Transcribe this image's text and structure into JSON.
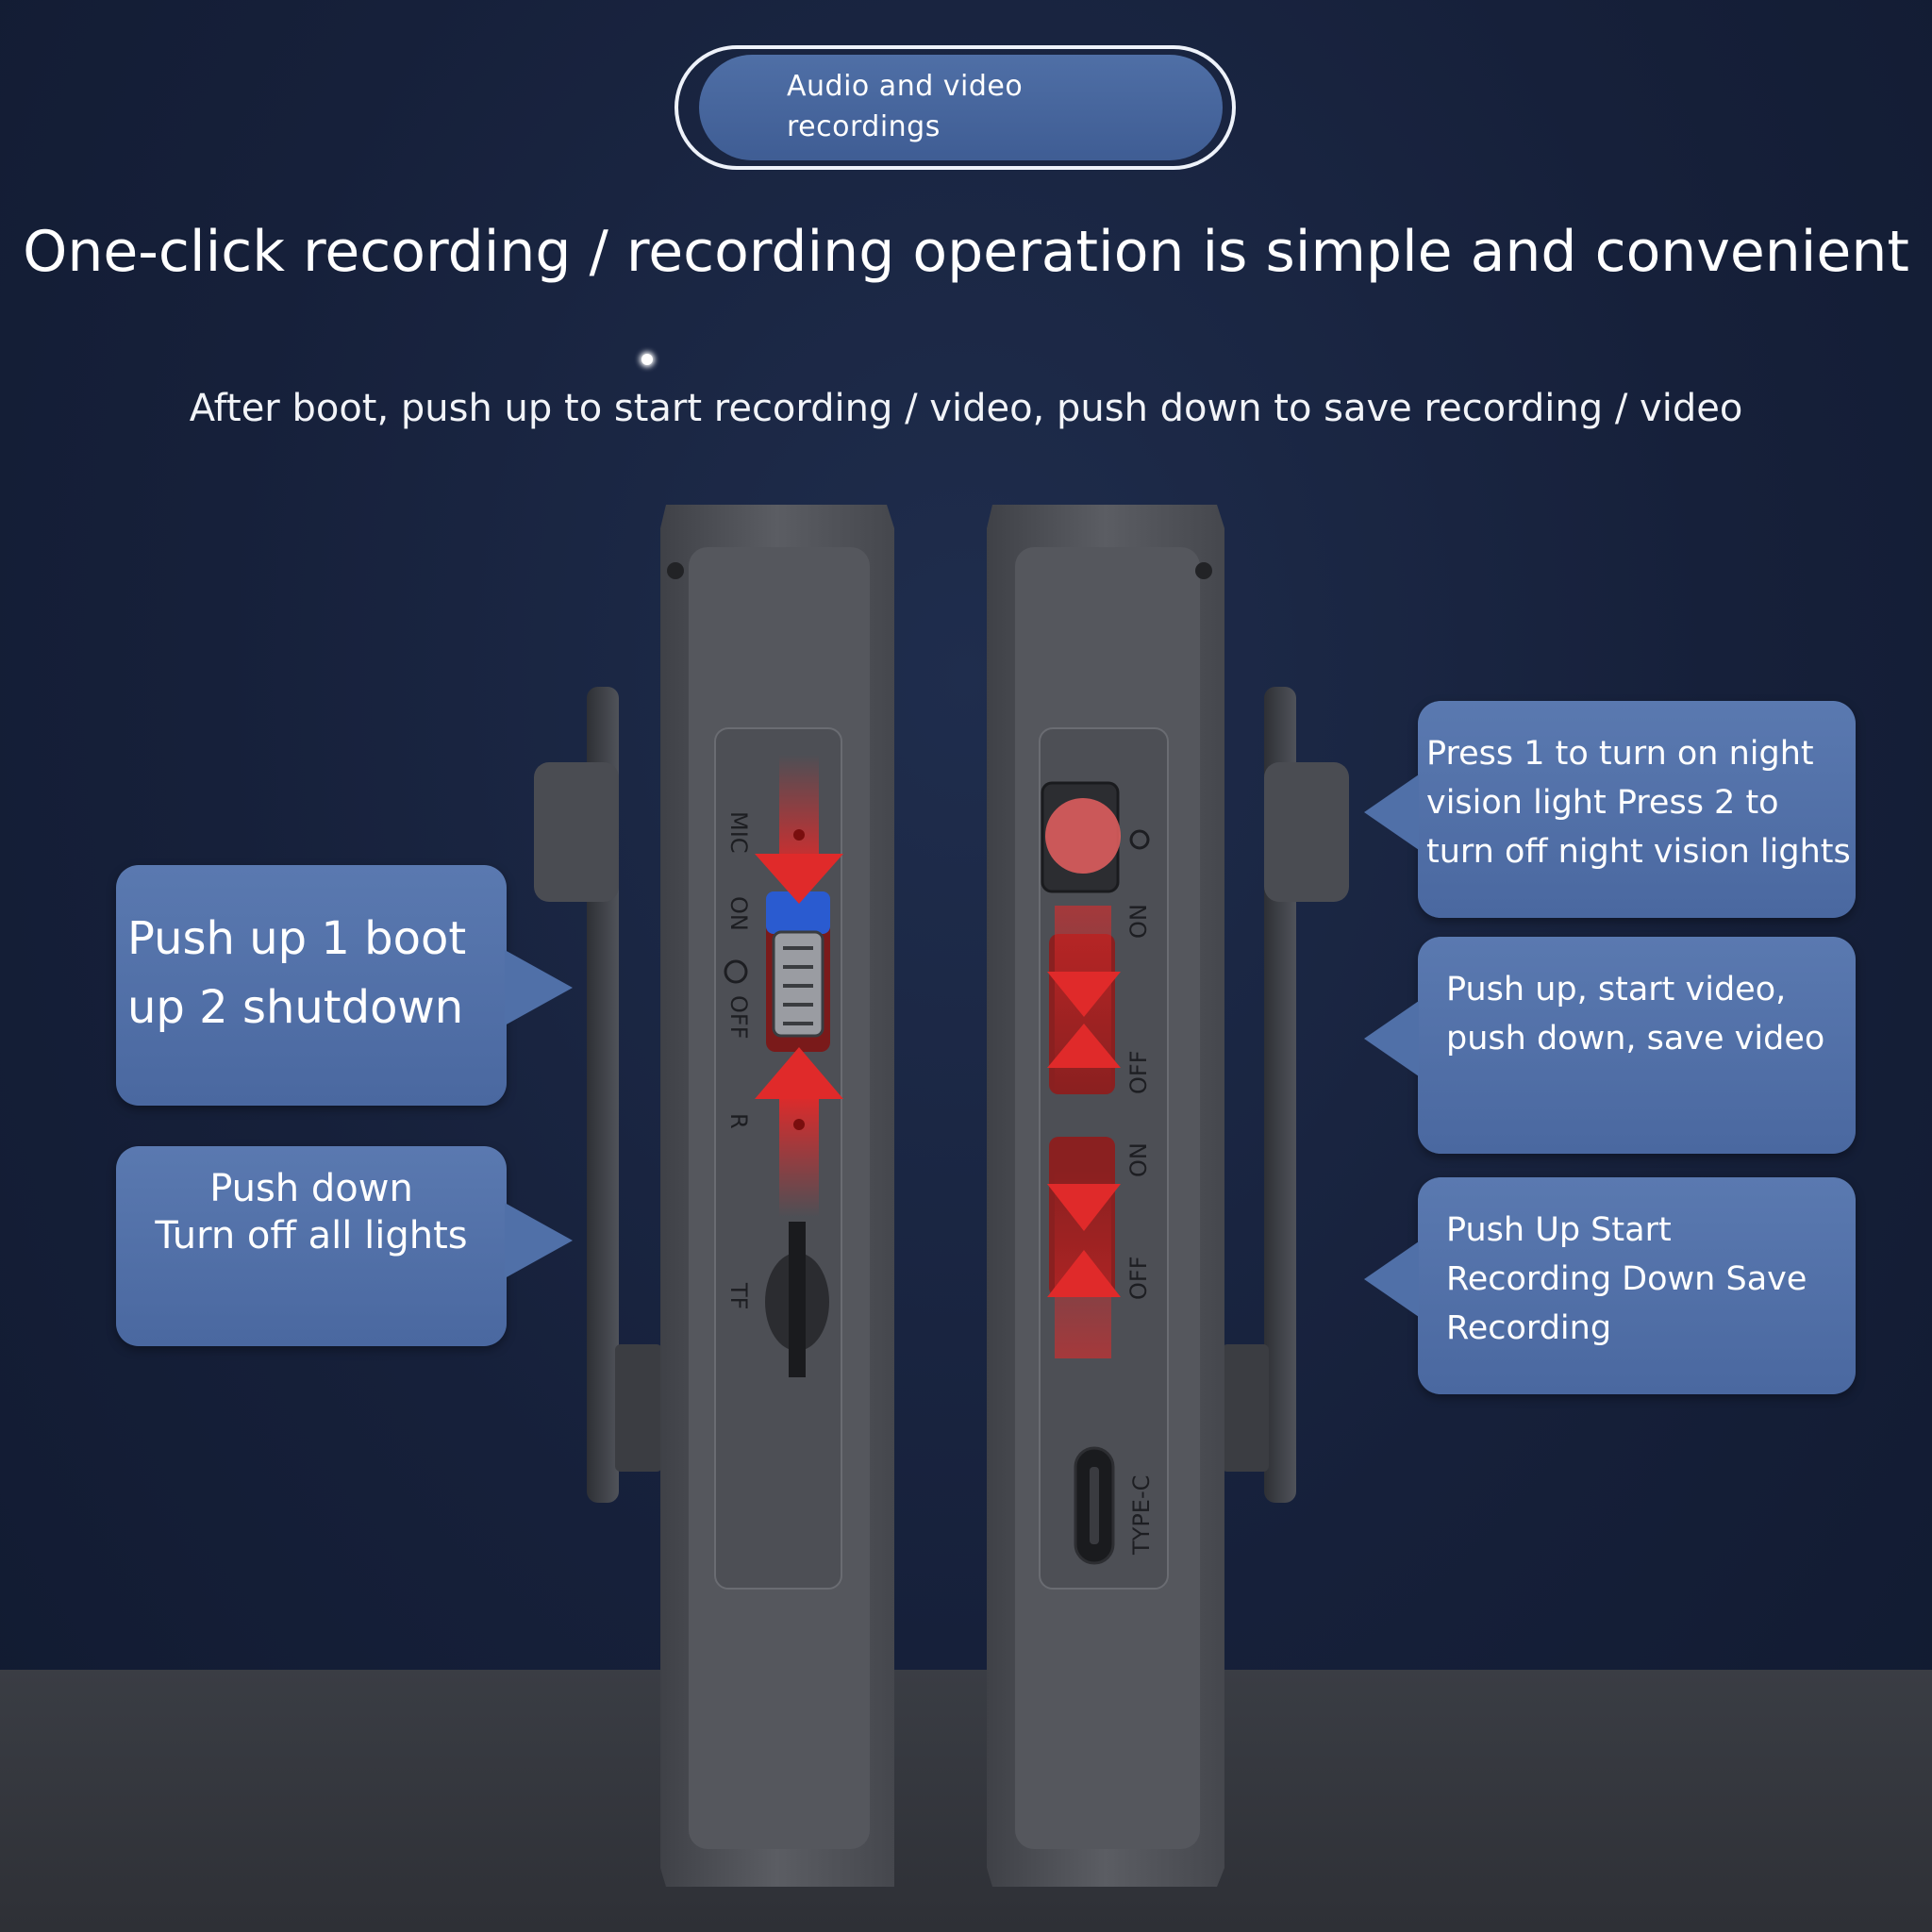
{
  "header": {
    "badge_text_line1": "Audio and video",
    "badge_text_line2": "recordings"
  },
  "main_title": "One-click recording / recording operation is simple and convenient",
  "subtitle": "After boot, push up to start recording / video, push down to save recording / video",
  "callouts_left": [
    {
      "line1": "Push up 1 boot",
      "line2": "up 2 shutdown"
    },
    {
      "line1": "Push down",
      "line2": "Turn off all lights"
    }
  ],
  "callouts_right": [
    {
      "line1": "Press 1 to turn on night",
      "line2": "vision light Press 2 to",
      "line3": "turn off night vision lights"
    },
    {
      "line1": "Push up, start video,",
      "line2": "push down, save video"
    },
    {
      "line1": "Push Up Start",
      "line2": "Recording Down Save",
      "line3": "Recording"
    }
  ],
  "device_left_labels": {
    "mic": "MIC",
    "on": "ON",
    "off": "OFF",
    "r": "R",
    "tf": "TF"
  },
  "device_right_labels": {
    "on_top": "ON",
    "off_top": "OFF",
    "on_bottom": "ON",
    "off_bottom": "OFF",
    "typec": "TYPE-C"
  },
  "colors": {
    "accent_blue": "#4a68a0",
    "arrow_red": "#e02a2a",
    "switch_blue": "#2a5bd0",
    "body_grey": "#5a5c62"
  }
}
